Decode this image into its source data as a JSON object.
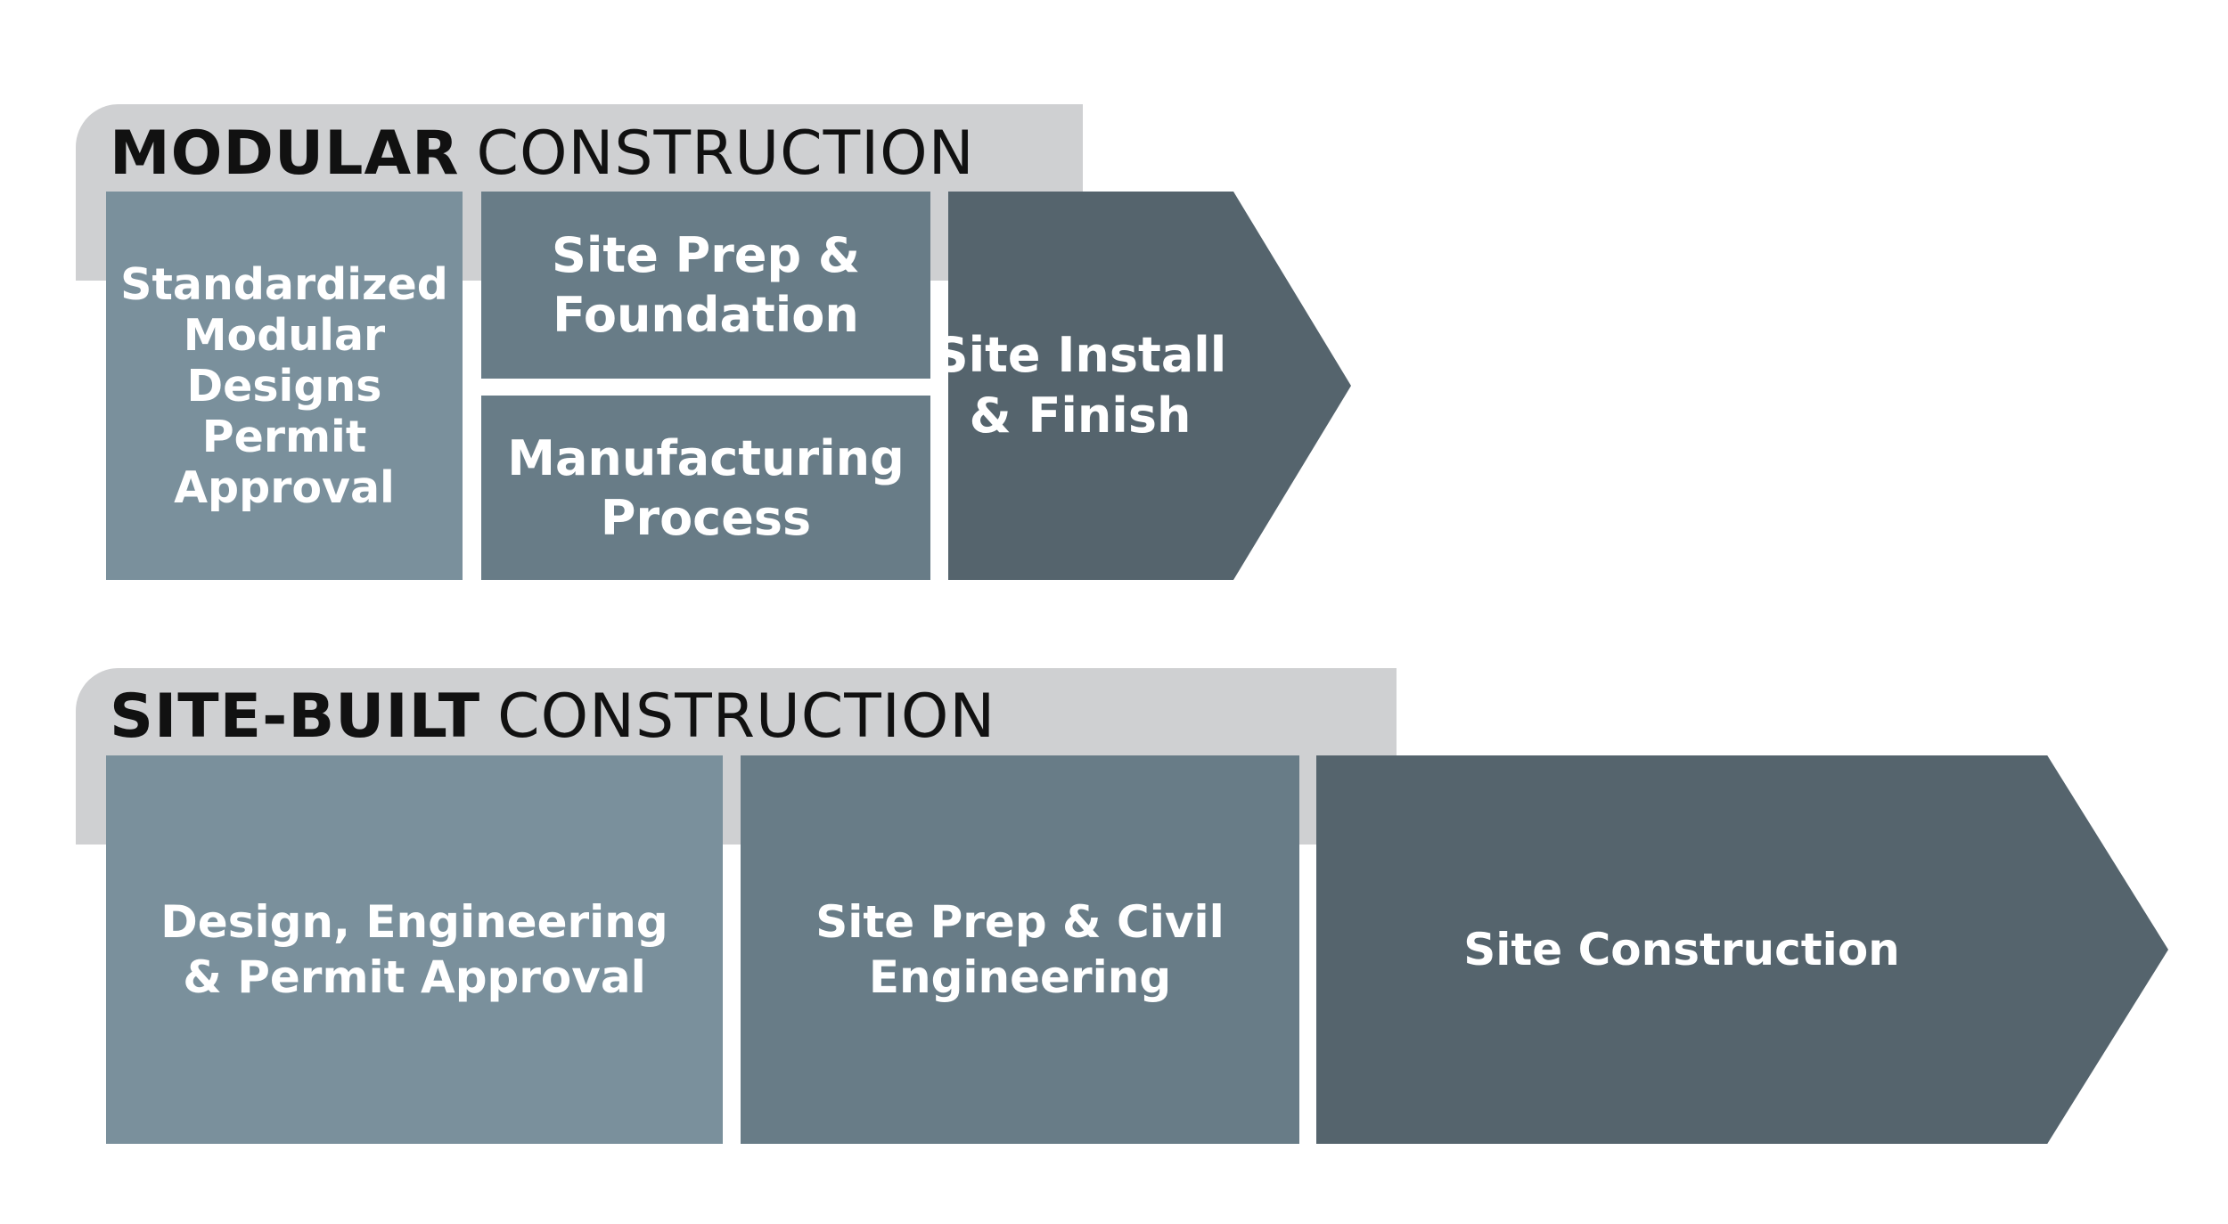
{
  "modular": {
    "title_bold": "MODULAR",
    "title_light": "CONSTRUCTION",
    "steps": {
      "design_permit": "Standardized\nModular\nDesigns\nPermit\nApproval",
      "site_prep": "Site Prep &\nFoundation",
      "manufacturing": "Manufacturing\nProcess",
      "install": "Site Install\n& Finish"
    }
  },
  "site_built": {
    "title_bold": "SITE-BUILT",
    "title_light": "CONSTRUCTION",
    "steps": {
      "design_permit": "Design, Engineering\n& Permit Approval",
      "site_prep": "Site Prep & Civil\nEngineering",
      "construction": "Site Construction"
    }
  },
  "colors": {
    "tab_background": "#cfd0d2",
    "step_light": "#7a909c",
    "step_mid": "#687c87",
    "step_dark": "#55646d",
    "step_text": "#ffffff"
  }
}
